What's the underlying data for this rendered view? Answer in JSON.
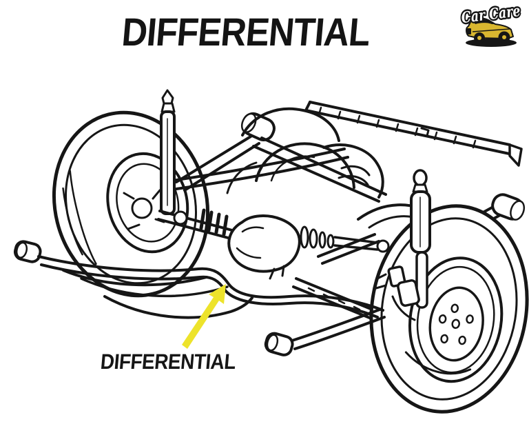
{
  "header": {
    "title": "DIFFERENTIAL"
  },
  "logo": {
    "brand": "Car Care"
  },
  "callout": {
    "label": "DIFFERENTIAL"
  },
  "colors": {
    "ink": "#161616",
    "arrow_yellow": "#EDE32B",
    "logo_car_yellow": "#D9B730",
    "background": "#FFFFFF"
  },
  "illustration": {
    "parts": [
      "left-wheel",
      "right-wheel",
      "left-shock-absorber",
      "right-shock-absorber",
      "frame-rail",
      "upper-control-arm",
      "axle-shaft",
      "differential-housing",
      "drive-shaft",
      "axle-tube-cluster",
      "stabilizer-bar",
      "sway-bar-link",
      "trailing-arm",
      "brake-caliper",
      "leaf-spring",
      "spring-shackle",
      "callout-arrow"
    ]
  }
}
